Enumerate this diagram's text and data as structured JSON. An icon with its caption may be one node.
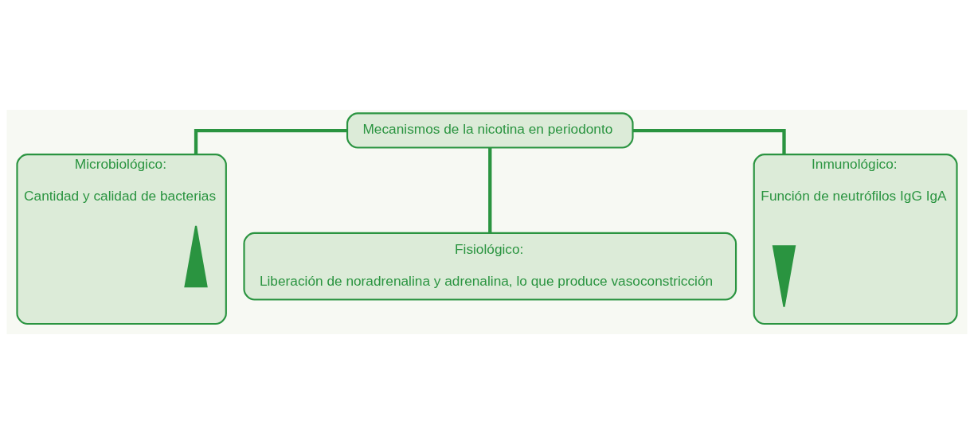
{
  "diagram": {
    "nodes": [
      {
        "text": [
          "Mecanismos de la nicotina en periodonto"
        ]
      },
      {
        "text": [
          "Microbiológico:",
          "Cantidad y calidad de bacterias"
        ]
      },
      {
        "text": [],
        "shape": "uparrow",
        "in": 1
      },
      {
        "text": [
          "Fisiológico:",
          "Liberación de noradrenalina y adrenalina, lo que produce vasoconstricción"
        ]
      },
      {
        "text": [
          "Inmunológico:",
          "Función de neutrófilos IgG IgA"
        ]
      },
      {
        "text": [],
        "shape": "downarrow",
        "in": 4
      }
    ],
    "edges": [
      {
        "from": 0,
        "to": 1,
        "arrow": "none"
      },
      {
        "from": 0,
        "to": 3,
        "arrow": "none"
      },
      {
        "from": 0,
        "to": 4,
        "arrow": "none"
      }
    ]
  }
}
